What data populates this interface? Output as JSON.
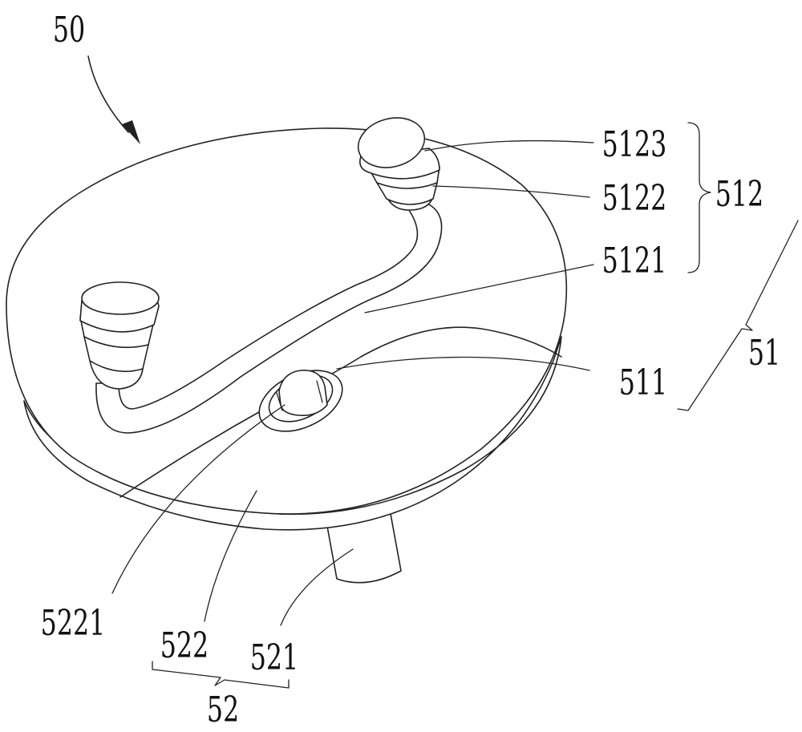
{
  "figure": {
    "labels": {
      "l50": "50",
      "l5123": "5123",
      "l5122": "5122",
      "l512": "512",
      "l5121": "5121",
      "l51": "51",
      "l511": "511",
      "l5221": "5221",
      "l522": "522",
      "l521": "521",
      "l52": "52"
    },
    "colors": {
      "line": "#222222",
      "background": "#ffffff"
    }
  }
}
